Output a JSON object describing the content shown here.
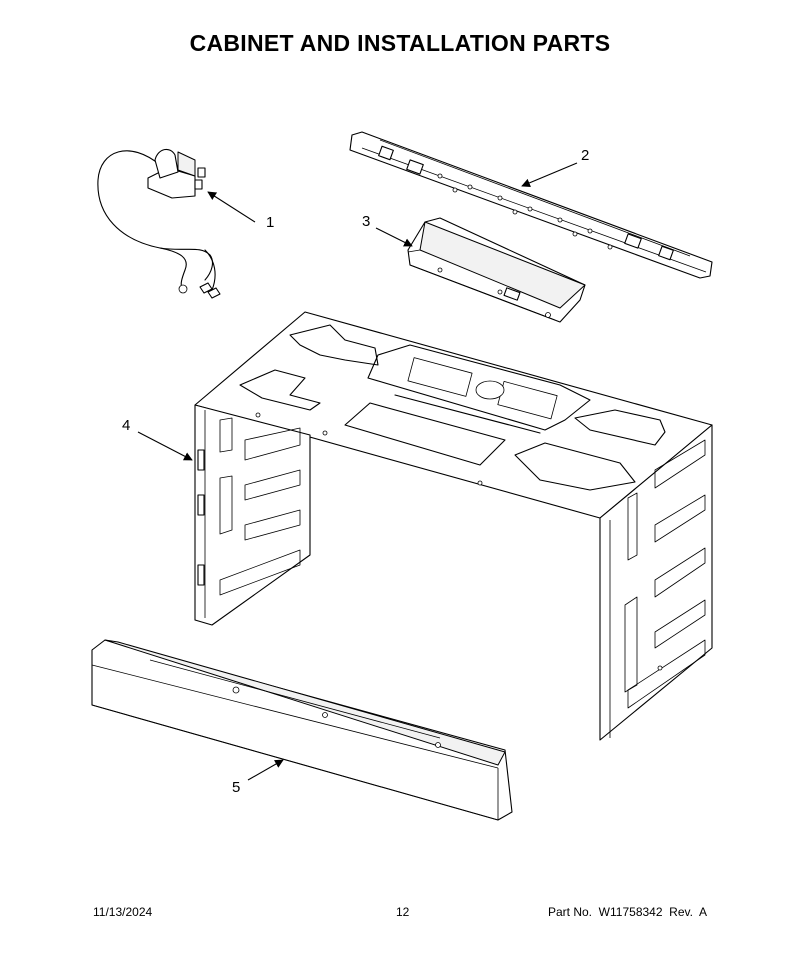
{
  "page": {
    "title": "CABINET AND INSTALLATION PARTS"
  },
  "callouts": [
    {
      "id": "1",
      "label": "1"
    },
    {
      "id": "2",
      "label": "2"
    },
    {
      "id": "3",
      "label": "3"
    },
    {
      "id": "4",
      "label": "4"
    },
    {
      "id": "5",
      "label": "5"
    }
  ],
  "footer": {
    "date": "11/13/2024",
    "page_number": "12",
    "part_number": "Part No.  W11758342  Rev.  A"
  }
}
